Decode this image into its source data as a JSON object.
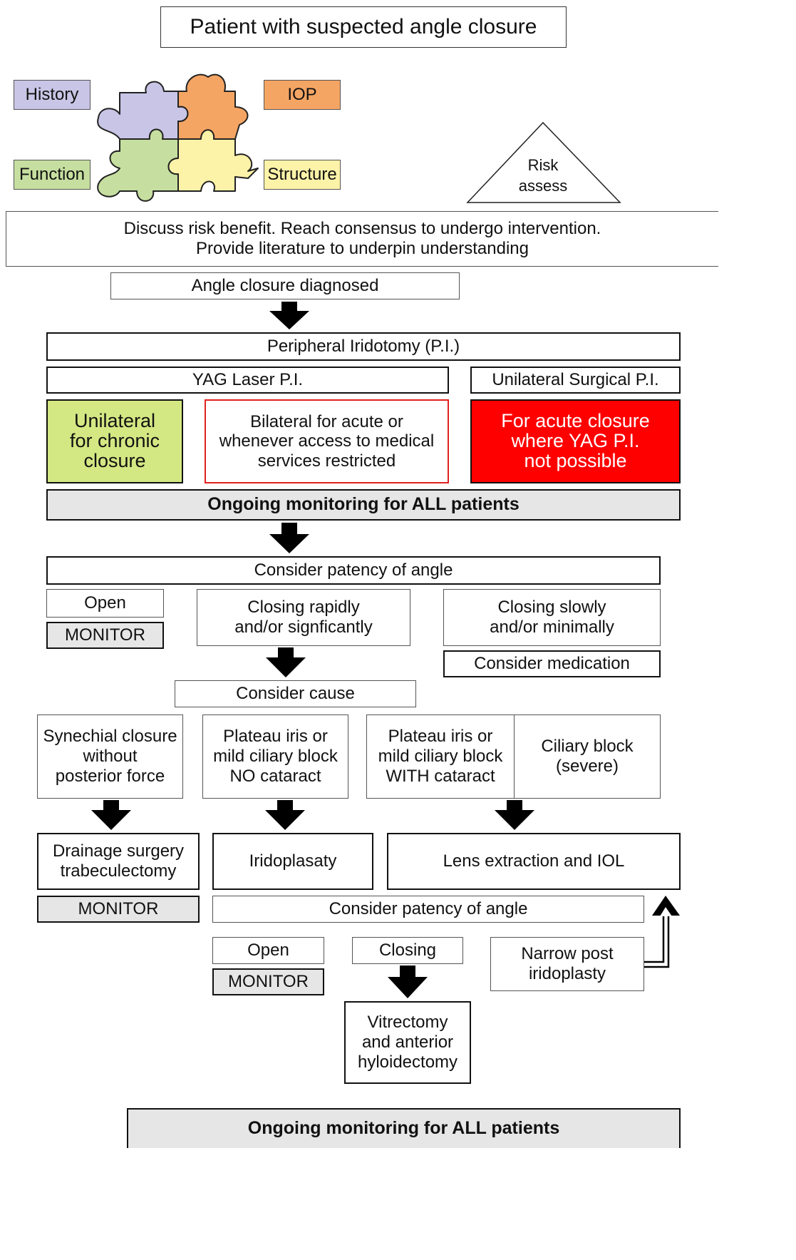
{
  "title": "Patient with suspected angle closure",
  "puzzle": {
    "history": "History",
    "iop": "IOP",
    "function": "Function",
    "structure": "Structure"
  },
  "risk": [
    "Risk",
    "assess"
  ],
  "discuss": {
    "line1": "Discuss risk benefit. Reach consensus to undergo intervention.",
    "line2": "Provide literature to underpin understanding"
  },
  "diagnosed": "Angle closure diagnosed",
  "pi": "Peripheral Iridotomy (P.I.)",
  "yag": "YAG Laser P.I.",
  "surgical_pi": "Unilateral Surgical P.I.",
  "unilateral": [
    "Unilateral",
    "for chronic",
    "closure"
  ],
  "bilateral": [
    "Bilateral for acute or",
    "whenever access to medical",
    "services restricted"
  ],
  "acute": [
    "For acute closure",
    "where YAG P.I.",
    "not possible"
  ],
  "monitoring1": "Ongoing monitoring for ALL patients",
  "patency1": "Consider patency of angle",
  "open1": "Open",
  "monitor1": "MONITOR",
  "closing_rapid": [
    "Closing rapidly",
    "and/or signficantly"
  ],
  "closing_slow": [
    "Closing slowly",
    "and/or minimally"
  ],
  "medication": "Consider medication",
  "cause": "Consider cause",
  "synechial": [
    "Synechial closure",
    "without",
    "posterior force"
  ],
  "plateau_no": [
    "Plateau iris or",
    "mild ciliary block",
    "NO cataract"
  ],
  "plateau_with": [
    "Plateau iris or",
    "mild ciliary block",
    "WITH cataract"
  ],
  "ciliary_severe": [
    "Ciliary block",
    "(severe)"
  ],
  "drainage": [
    "Drainage surgery",
    "trabeculectomy"
  ],
  "iridoplasty": "Iridoplasaty",
  "lens": "Lens extraction and IOL",
  "monitor2": "MONITOR",
  "patency2": "Consider patency of angle",
  "open2": "Open",
  "closing": "Closing",
  "narrow": [
    "Narrow post",
    "iridoplasty"
  ],
  "monitor3": "MONITOR",
  "vitrectomy": [
    "Vitrectomy",
    "and anterior",
    "hyloidectomy"
  ],
  "monitoring2": "Ongoing monitoring for ALL patients",
  "colors": {
    "history": "#c9c5e6",
    "iop": "#f5a563",
    "function": "#c6dfa0",
    "structure": "#fdf3a8",
    "unilateral": "#d3e883",
    "acute": "#ff0000",
    "bilateral_border": "#e02020",
    "gray": "#e6e6e6"
  }
}
